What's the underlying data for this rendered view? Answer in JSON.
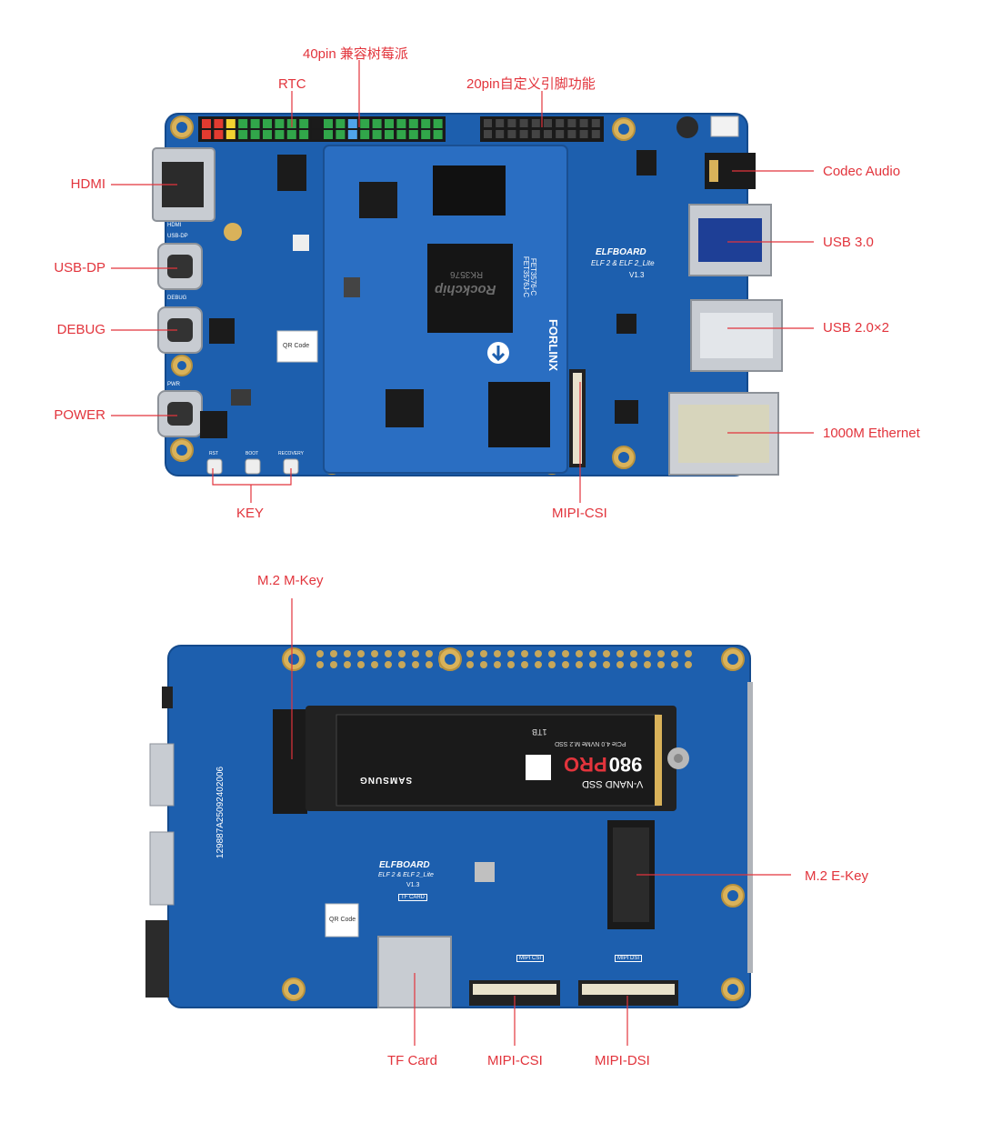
{
  "top_board": {
    "labels": {
      "gpio40": "40pin 兼容树莓派",
      "rtc": "RTC",
      "gpio20": "20pin自定义引脚功能",
      "hdmi": "HDMI",
      "usb_dp": "USB-DP",
      "debug": "DEBUG",
      "power": "POWER",
      "key": "KEY",
      "mipi_csi": "MIPI-CSI",
      "codec_audio": "Codec Audio",
      "usb3": "USB 3.0",
      "usb2": "USB 2.0×2",
      "ethernet": "1000M Ethernet"
    },
    "silk": {
      "brand": "ELFBOARD",
      "model": "ELF 2 & ELF 2_Lite",
      "version": "V1.3",
      "soc_brand": "Rockchip",
      "soc_model": "RK3576",
      "som_part_1": "FET3576-C",
      "som_part_2": "FET3576J-C",
      "som_vendor": "FORLINX",
      "qr": "QR Code",
      "port_hdmi": "HDMI",
      "port_usbdp": "USB-DP",
      "port_debug": "DEBUG",
      "port_pwr": "PWR",
      "key_rst": "RST",
      "key_boot": "BOOT",
      "key_recovery": "RECOVERY"
    }
  },
  "bottom_board": {
    "labels": {
      "m2_m_key": "M.2 M-Key",
      "m2_e_key": "M.2 E-Key",
      "tf_card": "TF Card",
      "mipi_csi": "MIPI-CSI",
      "mipi_dsi": "MIPI-DSI"
    },
    "silk": {
      "brand": "ELFBOARD",
      "model": "ELF 2 & ELF 2_Lite",
      "version": "V1.3",
      "qr": "QR Code",
      "tf": "TF CARD",
      "serial": "129887A25092402006",
      "csi": "MIPI CSI",
      "dsi": "MIPI DSI"
    },
    "ssd": {
      "model": "980",
      "pro": "PRO",
      "type": "V-NAND SSD",
      "interface": "PCIe 4.0 NVMe M.2 SSD",
      "capacity": "1TB",
      "maker": "SAMSUNG"
    }
  },
  "colors": {
    "label": "#e2343c",
    "pcb": "#1d5fae",
    "pcb_dark": "#144a8c",
    "gold": "#d9b25a",
    "connector": "#c8ccd2"
  }
}
